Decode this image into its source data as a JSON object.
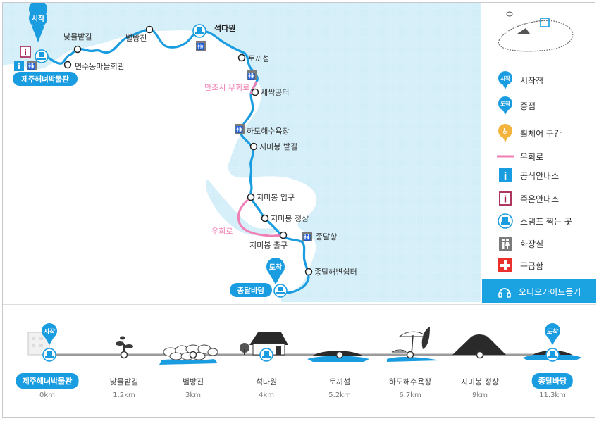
{
  "map": {
    "start_pin": "시작",
    "end_pin": "도착",
    "start_badge": "제주해녀박물관",
    "end_badge": "종달바당",
    "places": {
      "natmul": "낯물밭길",
      "myeonsu": "면수동마을회관",
      "byeolbang": "별방진",
      "seokdawon": "석다원",
      "tokki": "토끼섬",
      "saessak": "새싹공터",
      "hado": "하도해수욕장",
      "jimibat": "지미봉 밭길",
      "jimi_in": "지미봉 입구",
      "jimi_top": "지미봉 정상",
      "jimi_out": "지미봉 출구",
      "jongdal_port": "종달항",
      "jongdal_shelter": "종달해변쉼터"
    },
    "detour_1": "만조시 우회로",
    "detour_2": "우회로"
  },
  "legend": {
    "items": [
      {
        "key": "start",
        "label": "시작점",
        "pin": "시작"
      },
      {
        "key": "end",
        "label": "종점",
        "pin": "도착"
      },
      {
        "key": "wheelchair",
        "label": "휠체어 구간"
      },
      {
        "key": "detour",
        "label": "우회로"
      },
      {
        "key": "official_info",
        "label": "공식안내소"
      },
      {
        "key": "small_info",
        "label": "족은안내소"
      },
      {
        "key": "stamp",
        "label": "스탬프 찍는 곳"
      },
      {
        "key": "restroom",
        "label": "화장실"
      },
      {
        "key": "firstaid",
        "label": "구급함"
      }
    ],
    "audio_label": "오디오가이드듣기"
  },
  "profile": {
    "stations": [
      {
        "name": "제주해녀박물관",
        "km": "0km",
        "badge": true
      },
      {
        "name": "낯물밭길",
        "km": "1.2km",
        "badge": false
      },
      {
        "name": "별방진",
        "km": "3km",
        "badge": false
      },
      {
        "name": "석다원",
        "km": "4km",
        "badge": false
      },
      {
        "name": "토끼섬",
        "km": "5.2km",
        "badge": false
      },
      {
        "name": "하도해수욕장",
        "km": "6.7km",
        "badge": false
      },
      {
        "name": "지미봉 정상",
        "km": "9km",
        "badge": false
      },
      {
        "name": "종달바당",
        "km": "11.3km",
        "badge": true
      }
    ],
    "start_pin": "시작",
    "end_pin": "도착"
  },
  "colors": {
    "sea": "#dff3fb",
    "route": "#1a9ce0",
    "detour": "#ef7fb4",
    "badge": "#1a9ce0",
    "restroom": "#7b7b7b",
    "small_info": "#a3214f",
    "firstaid": "#e8302d",
    "wheelchair": "#f3b33d"
  }
}
